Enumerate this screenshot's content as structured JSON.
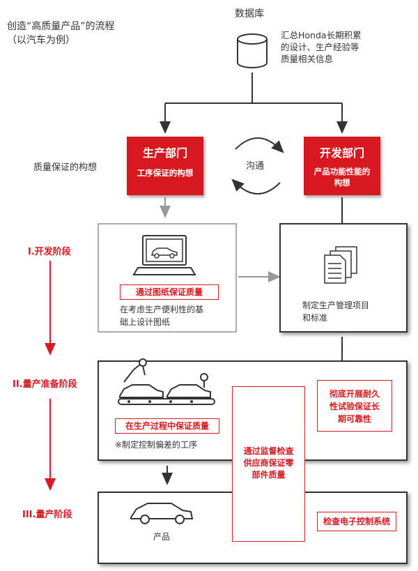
{
  "title": "创造“高质量产品”的流程\n（以汽车为例）",
  "database": {
    "label": "数据库",
    "desc": "汇总Honda长期积累\n的设计、生产经验等\n质量相关信息"
  },
  "production_dept": {
    "title": "生产部门",
    "subtitle": "工序保证的构想"
  },
  "dev_dept": {
    "title": "开发部门",
    "subtitle": "产品功能性能的\n构想"
  },
  "quality_label": "质量保证的构想",
  "communication": "沟通",
  "stages": {
    "s1": "I.开发阶段",
    "s2": "II.量产准备阶段",
    "s3": "III.量产阶段"
  },
  "stage1": {
    "badge": "通过图纸保证质量",
    "desc": "在考虑生产便利性的基\n础上设计图纸",
    "right_desc": "制定生产管理项目\n和标准"
  },
  "stage2": {
    "badge": "在生产过程中保证质量",
    "note": "※制定控制偏差的工序",
    "right_box": "彻底开展耐久\n性试验保证长\n期可靠性"
  },
  "center_box": "通过监督检查\n供应商保证零\n部件质量",
  "stage3": {
    "product": "产品",
    "right_box": "检查电子控制系统"
  },
  "colors": {
    "accent": "#d71920",
    "dark": "#333333",
    "gray": "#9a9a9a"
  }
}
